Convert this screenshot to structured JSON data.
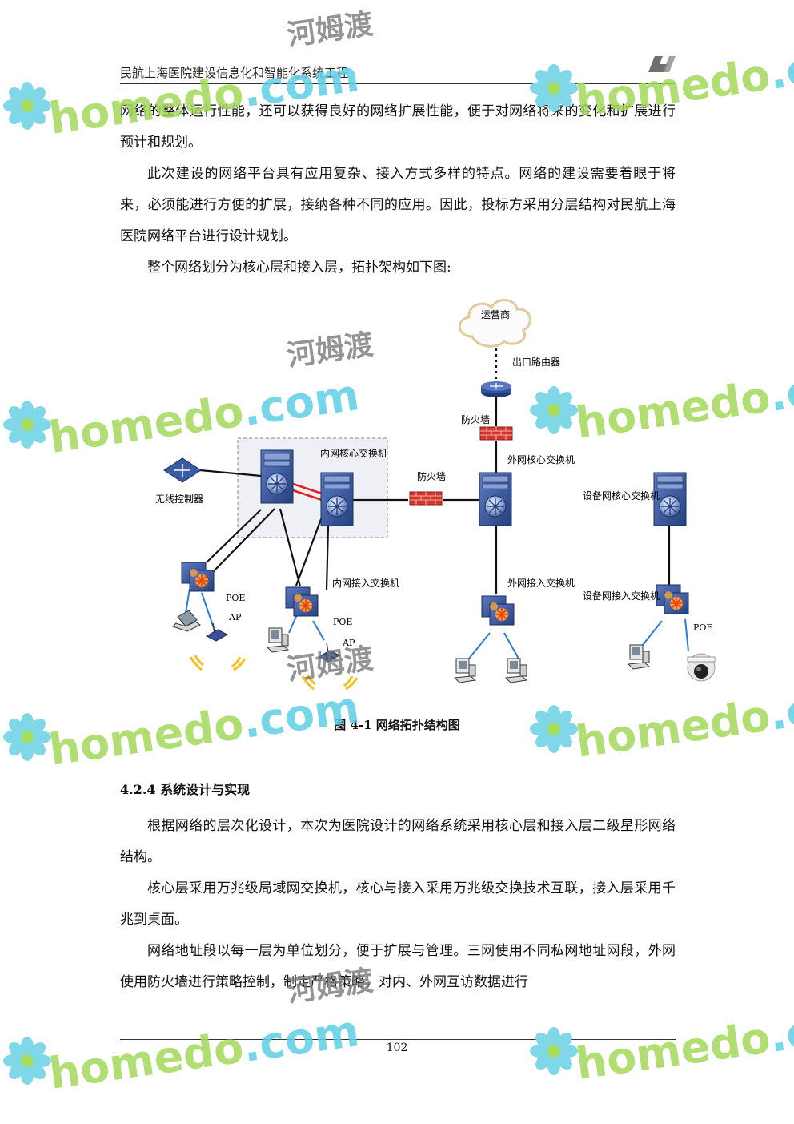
{
  "header": {
    "title": "民航上海医院建设信息化和智能化系统工程"
  },
  "paragraphs": [
    "网络的整体运行性能，还可以获得良好的网络扩展性能，便于对网络将来的变化和扩展进行预计和规划。",
    "此次建设的网络平台具有应用复杂、接入方式多样的特点。网络的建设需要着眼于将来，必须能进行方便的扩展，接纳各种不同的应用。因此，投标方采用分层结构对民航上海医院网络平台进行设计规划。",
    "整个网络划分为核心层和接入层，拓扑架构如下图:"
  ],
  "diagram": {
    "labels": {
      "isp": "运营商",
      "exit_router": "出口路由器",
      "firewall_top": "防火墙",
      "external_core": "外网核心交换机",
      "internal_core": "内网核心交换机",
      "firewall_mid": "防火墙",
      "wireless_controller": "无线控制器",
      "device_core": "设备网核心交换机",
      "poe_left": "POE",
      "ap_left": "AP",
      "internal_access": "内网接入交换机",
      "poe_mid": "POE",
      "ap_mid": "AP",
      "external_access": "外网接入交换机",
      "device_access": "设备网接入交换机",
      "poe_right": "POE"
    },
    "colors": {
      "switch": "#2f4f96",
      "firewall": "#cc2a2a",
      "link": "#111111",
      "wireless_link": "#2a7bd8",
      "core_link": "#e02020"
    }
  },
  "caption": "图 4-1 网络拓扑结构图",
  "section": {
    "heading": "4.2.4 系统设计与实现"
  },
  "paragraphs2": [
    "根据网络的层次化设计，本次为医院设计的网络系统采用核心层和接入层二级星形网络结构。",
    "核心层采用万兆级局域网交换机，核心与接入采用万兆级交换技术互联，接入层采用千兆到桌面。",
    "网络地址段以每一层为单位划分，便于扩展与管理。三网使用不同私网地址网段，外网使用防火墙进行策略控制，制定严格策略，对内、外网互访数据进行"
  ],
  "footer": {
    "page_number": "102"
  },
  "watermark": {
    "brand": "homedo",
    "domain": ".com",
    "cn": "河姆渡"
  }
}
